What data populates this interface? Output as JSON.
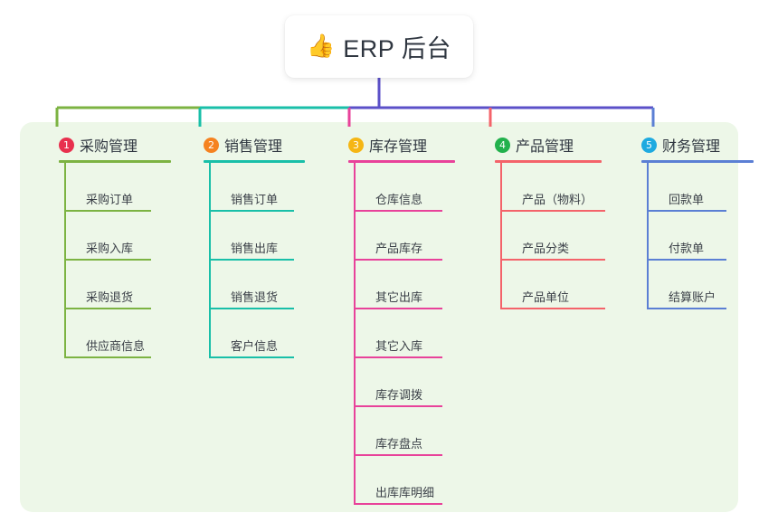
{
  "root": {
    "icon": "thumbs-up-icon",
    "emoji": "👍",
    "title": "ERP 后台"
  },
  "canvas": {
    "background": "#ffffff",
    "panel_color": "#edf7e8"
  },
  "branches": [
    {
      "number": "1",
      "badge_symbol": "①",
      "badge_color": "#e8304e",
      "line_color": "#7cb342",
      "title": "采购管理",
      "items": [
        {
          "label": "采购订单"
        },
        {
          "label": "采购入库"
        },
        {
          "label": "采购退货"
        },
        {
          "label": "供应商信息"
        }
      ]
    },
    {
      "number": "2",
      "badge_symbol": "②",
      "badge_color": "#f58220",
      "line_color": "#19bfa8",
      "title": "销售管理",
      "items": [
        {
          "label": "销售订单"
        },
        {
          "label": "销售出库"
        },
        {
          "label": "销售退货"
        },
        {
          "label": "客户信息"
        }
      ]
    },
    {
      "number": "3",
      "badge_symbol": "③",
      "badge_color": "#f5b614",
      "line_color": "#e8429a",
      "title": "库存管理",
      "items": [
        {
          "label": "仓库信息"
        },
        {
          "label": "产品库存"
        },
        {
          "label": "其它出库"
        },
        {
          "label": "其它入库"
        },
        {
          "label": "库存调拨"
        },
        {
          "label": "库存盘点"
        },
        {
          "label": "出库库明细"
        }
      ]
    },
    {
      "number": "4",
      "badge_symbol": "④",
      "badge_color": "#22b14c",
      "line_color": "#f4636a",
      "title": "产品管理",
      "items": [
        {
          "label": "产品（物料）"
        },
        {
          "label": "产品分类"
        },
        {
          "label": "产品单位"
        }
      ]
    },
    {
      "number": "5",
      "badge_symbol": "⑤",
      "badge_color": "#1eaae0",
      "line_color": "#5b7fd4",
      "title": "财务管理",
      "items": [
        {
          "label": "回款单"
        },
        {
          "label": "付款单"
        },
        {
          "label": "结算账户"
        }
      ]
    }
  ],
  "connector": {
    "trunk_color": "#5b50c8",
    "segment_colors": [
      "#7cb342",
      "#19bfa8",
      "#5b50c8"
    ],
    "drop_colors": [
      "#7cb342",
      "#19bfa8",
      "#e8429a",
      "#f4636a",
      "#5b7fd4"
    ]
  }
}
